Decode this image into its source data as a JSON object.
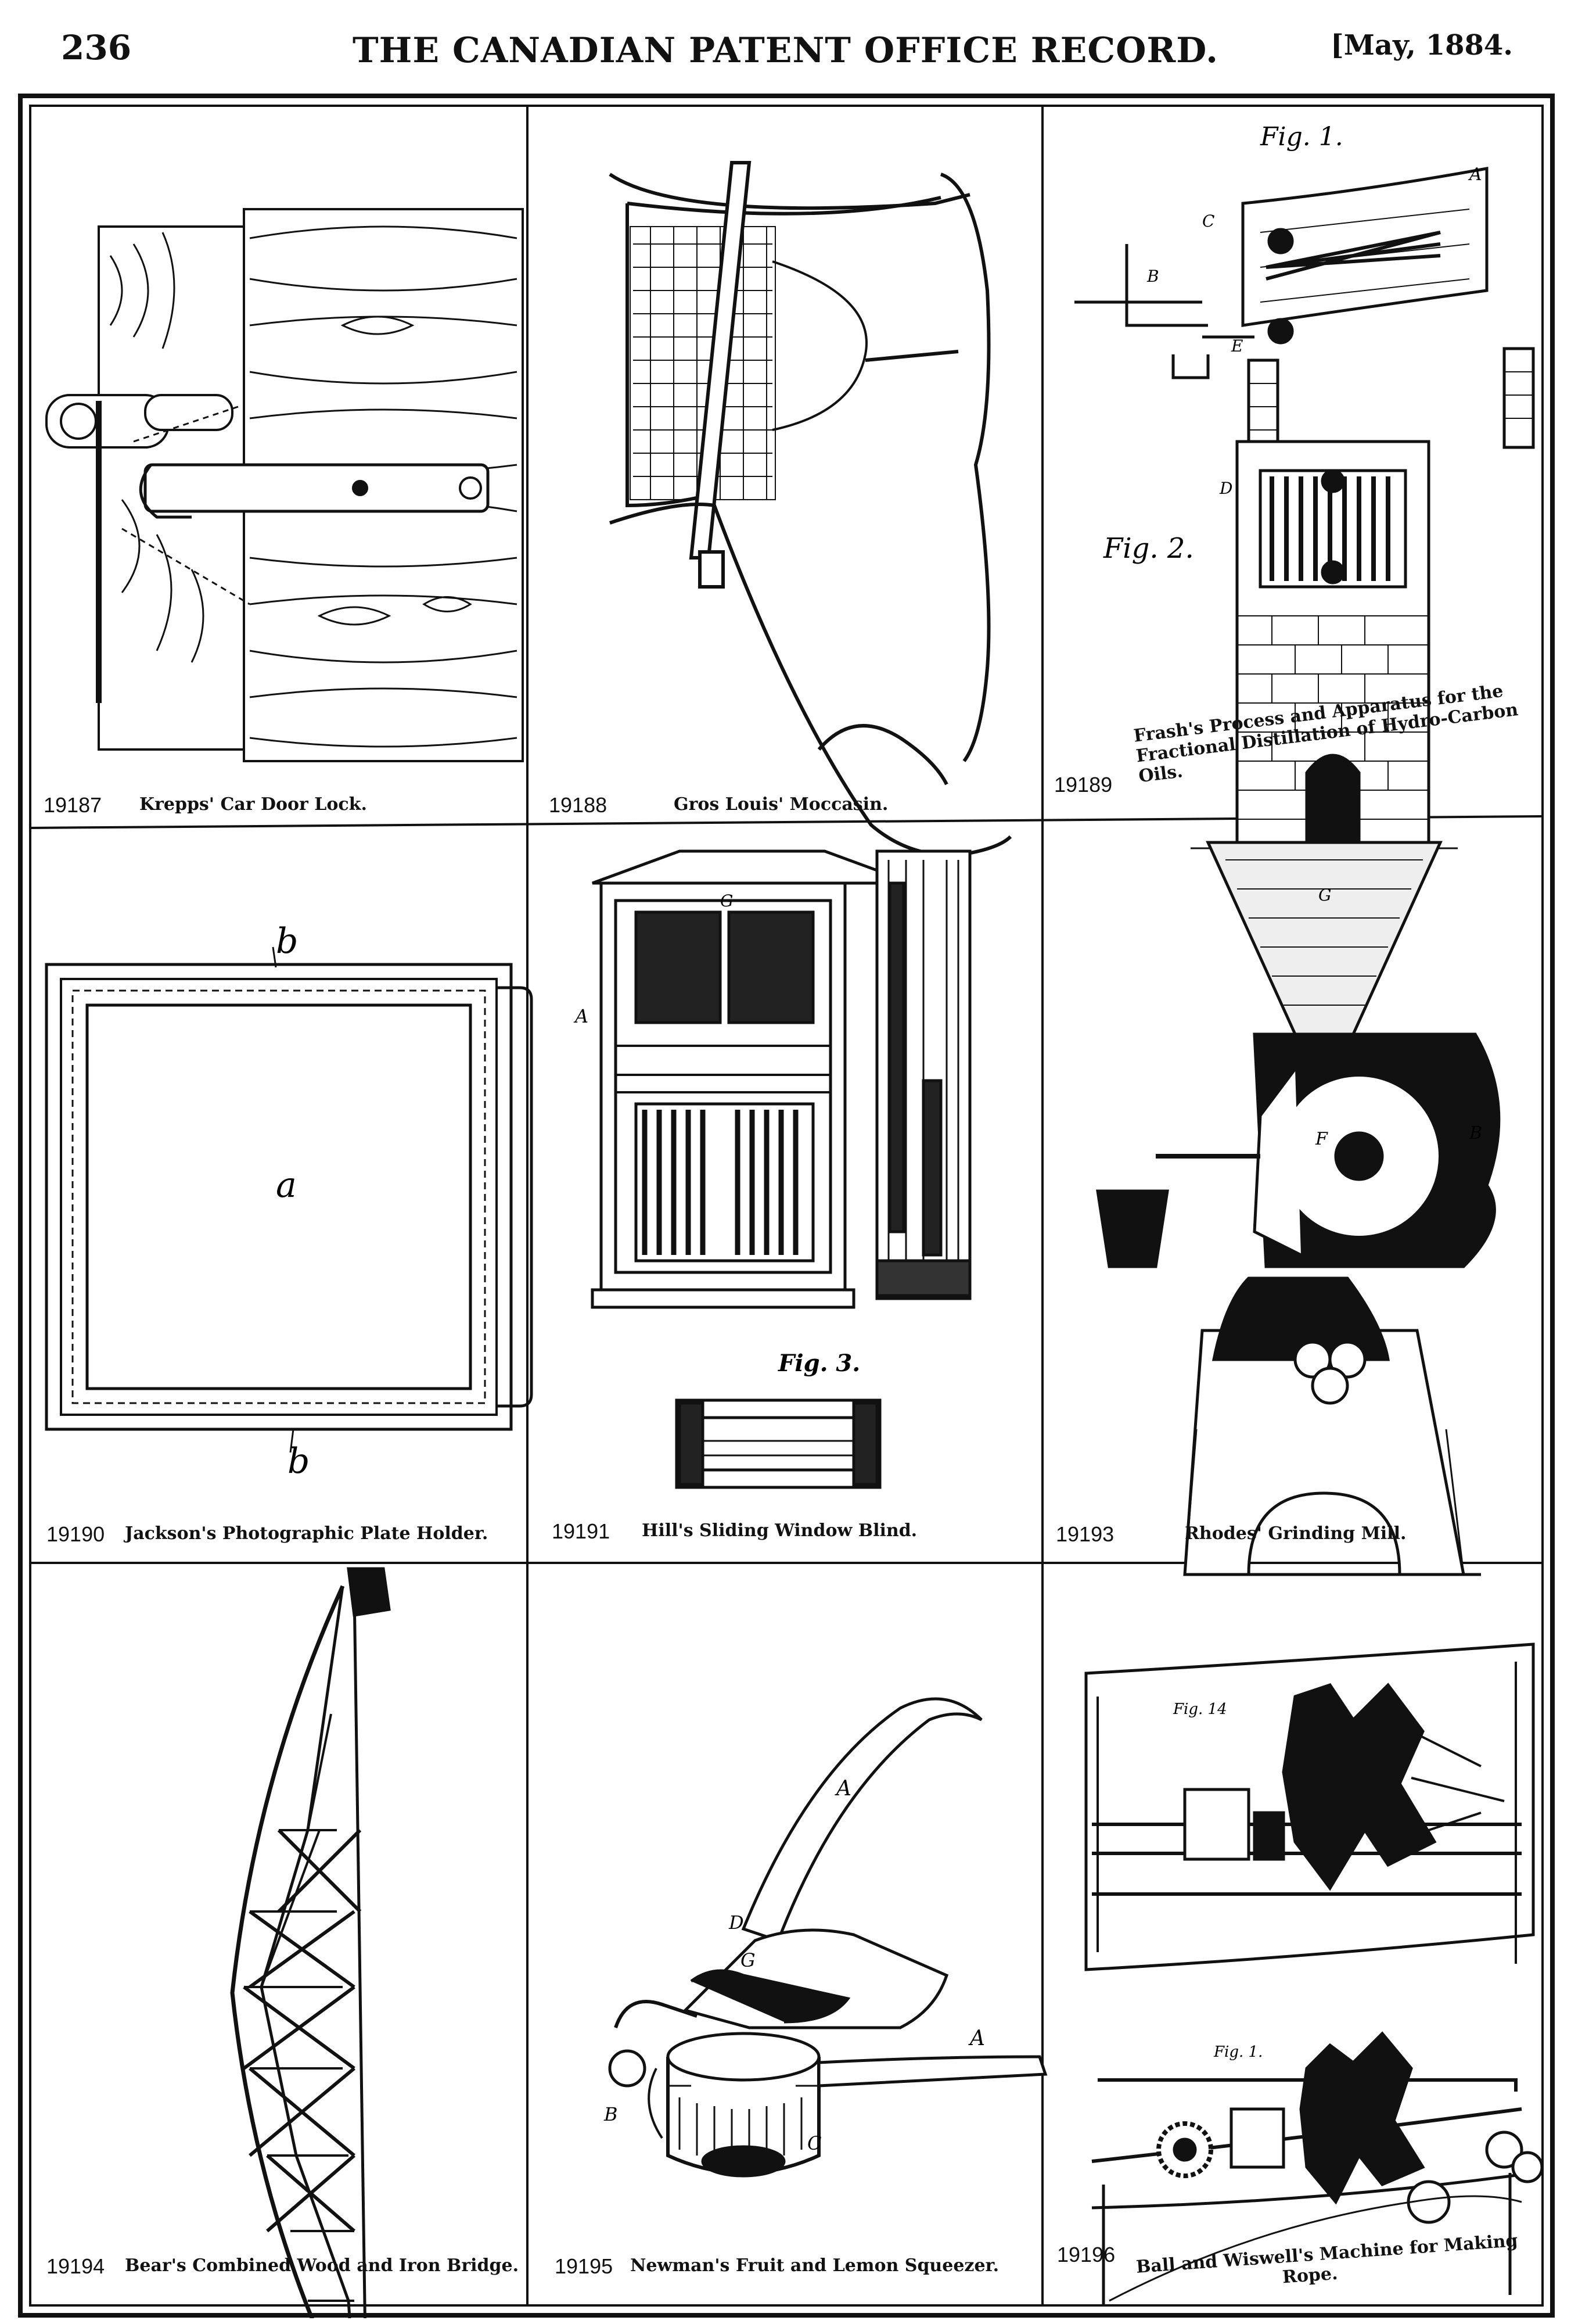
{
  "header": {
    "page_number": "236",
    "journal_title": "THE CANADIAN PATENT OFFICE RECORD.",
    "issue_date": "[May, 1884."
  },
  "patents": [
    {
      "number": "19187",
      "title": "Krepps' Car Door Lock."
    },
    {
      "number": "19188",
      "title": "Gros Louis' Moccasin."
    },
    {
      "number": "19189",
      "title_lines": [
        "Frash's Process and Apparatus for the",
        "Fractional Distillation of Hydro-Carbon",
        "Oils."
      ]
    },
    {
      "number": "19190",
      "title": "Jackson's Photographic Plate Holder."
    },
    {
      "number": "19191",
      "title": "Hill's Sliding Window Blind."
    },
    {
      "number": "19193",
      "title": "Rhodes' Grinding Mill."
    },
    {
      "number": "19194",
      "title": "Bear's Combined Wood and Iron Bridge."
    },
    {
      "number": "19195",
      "title": "Newman's Fruit and Lemon Squeezer."
    },
    {
      "number": "19196",
      "title_lines": [
        "Ball and Wiswell's Machine for Making",
        "Rope."
      ]
    }
  ],
  "figure_labels": {
    "fig1": "Fig. 1.",
    "fig2": "Fig. 2.",
    "fig3": "Fig. 3.",
    "fig1_rope_top": "Fig. 14",
    "fig1_rope_bottom": "Fig. 1.",
    "plate_a": "a",
    "plate_b_top": "b",
    "plate_b_bottom": "b",
    "blind_A": "A",
    "blind_G": "G",
    "mill_G": "G",
    "mill_F": "F",
    "mill_B": "B",
    "squeezer_A_top": "A",
    "squeezer_A_right": "A",
    "squeezer_B": "B",
    "squeezer_C": "C",
    "squeezer_D": "D",
    "squeezer_G": "G",
    "distill_A": "A",
    "distill_B": "B",
    "distill_C": "C",
    "distill_D": "D",
    "distill_E": "E"
  }
}
